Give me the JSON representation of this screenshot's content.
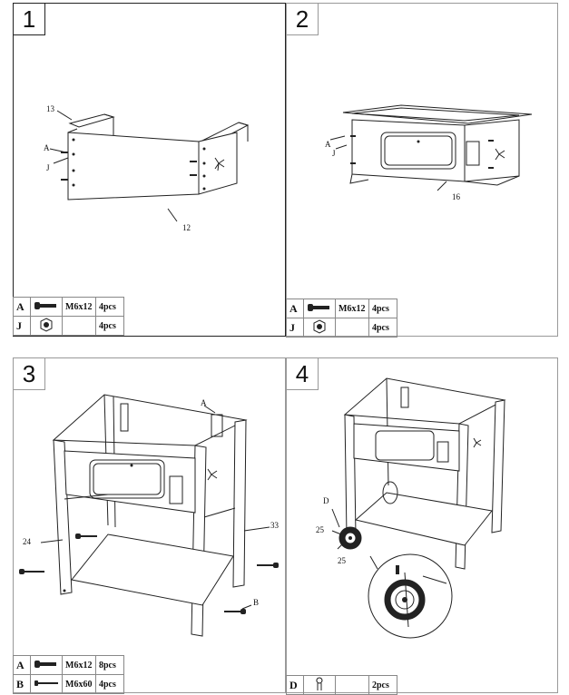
{
  "steps": [
    {
      "number": "1",
      "callouts": {
        "c13": "13",
        "cA": "A",
        "cJ": "J",
        "c12": "12"
      },
      "parts": [
        {
          "letter": "A",
          "icon": "bolt-icon",
          "size": "M6x12",
          "qty": "4pcs"
        },
        {
          "letter": "J",
          "icon": "nut-icon",
          "size": "",
          "qty": "4pcs"
        }
      ]
    },
    {
      "number": "2",
      "callouts": {
        "cA": "A",
        "cJ": "J",
        "c16": "16"
      },
      "parts": [
        {
          "letter": "A",
          "icon": "bolt-icon",
          "size": "M6x12",
          "qty": "4pcs"
        },
        {
          "letter": "J",
          "icon": "nut-icon",
          "size": "",
          "qty": "4pcs"
        }
      ]
    },
    {
      "number": "3",
      "callouts": {
        "cA": "A",
        "c24": "24",
        "c33": "33",
        "cB": "B"
      },
      "parts": [
        {
          "letter": "A",
          "icon": "bolt-icon",
          "size": "M6x12",
          "qty": "8pcs"
        },
        {
          "letter": "B",
          "icon": "long-bolt-icon",
          "size": "M6x60",
          "qty": "4pcs"
        }
      ]
    },
    {
      "number": "4",
      "callouts": {
        "cD": "D",
        "c25a": "25",
        "c25b": "25"
      },
      "parts": [
        {
          "letter": "D",
          "icon": "cotter-pin-icon",
          "size": "",
          "qty": "2pcs"
        }
      ]
    }
  ]
}
